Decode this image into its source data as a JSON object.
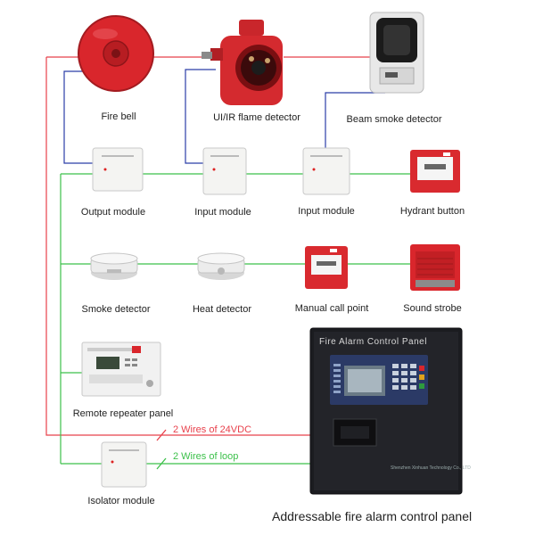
{
  "labels": {
    "fire_bell": "Fire bell",
    "flame_detector": "UI/IR flame detector",
    "beam_smoke_detector": "Beam smoke detector",
    "output_module": "Output module",
    "input_module_1": "Input module",
    "input_module_2": "Input module",
    "hydrant_button": "Hydrant button",
    "smoke_detector": "Smoke detector",
    "heat_detector": "Heat detector",
    "manual_call_point": "Manual call point",
    "sound_strobe": "Sound strobe",
    "remote_repeater_panel": "Remote repeater panel",
    "isolator_module": "Isolator module"
  },
  "panel": {
    "title": "Fire Alarm Control Panel",
    "maker": "Shenzhen Xinhuan Technology Co., LTD"
  },
  "wires": {
    "power": "2 Wires of 24VDC",
    "loop": "2 Wires of loop"
  },
  "caption": "Addressable fire alarm control panel",
  "colors": {
    "power_wire": "#e8404b",
    "loop_wire": "#3cc04a",
    "signal_wire": "#2b3da8"
  }
}
